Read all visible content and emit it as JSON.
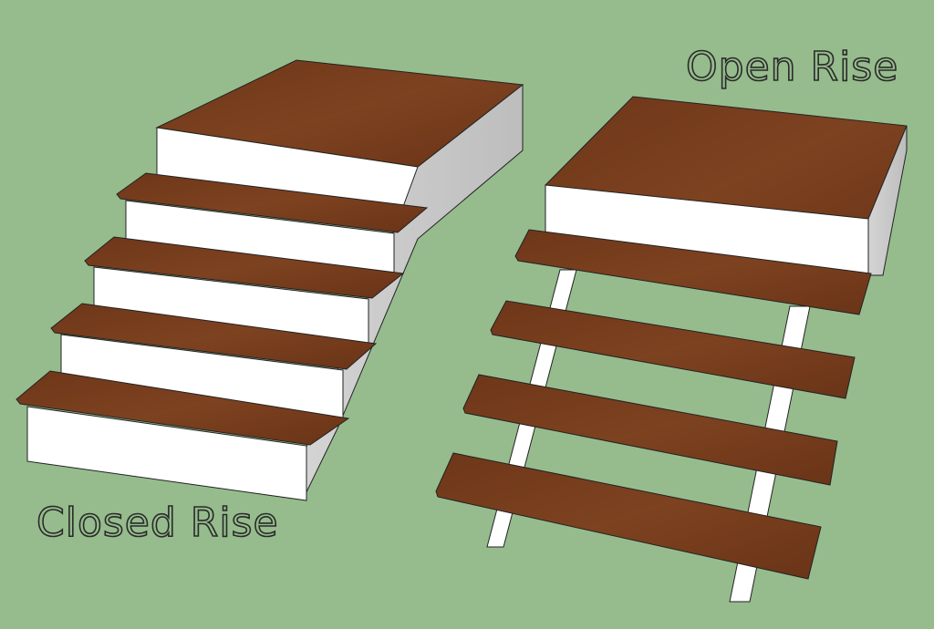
{
  "labels": {
    "closed": "Closed Rise",
    "open": "Open Rise"
  },
  "colors": {
    "background": "#96bc8d",
    "wood": "#7a3f1e",
    "wood_dark": "#5a2c12",
    "riser_white": "#ffffff",
    "side_gray": "#cfcfcf"
  },
  "stairs": {
    "closed": {
      "type": "closed-rise",
      "steps": 4
    },
    "open": {
      "type": "open-rise",
      "steps": 4
    }
  }
}
